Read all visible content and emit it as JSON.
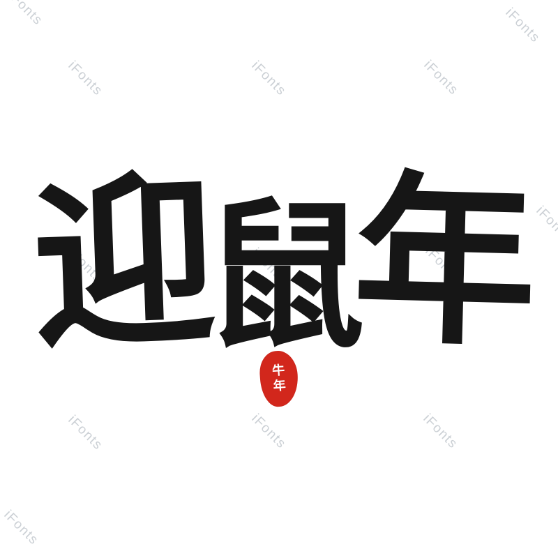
{
  "page": {
    "background_color": "#ffffff"
  },
  "watermark": {
    "label": "iFonts",
    "color": "#c9ced3"
  },
  "calligraphy": {
    "text": "迎鼠年",
    "char1": "迎",
    "char2": "鼠",
    "char3": "年",
    "ink_color": "#161616"
  },
  "seal": {
    "text": "牛年",
    "char1": "牛",
    "char2": "年",
    "color": "#d2271c",
    "text_color": "#ffffff"
  }
}
